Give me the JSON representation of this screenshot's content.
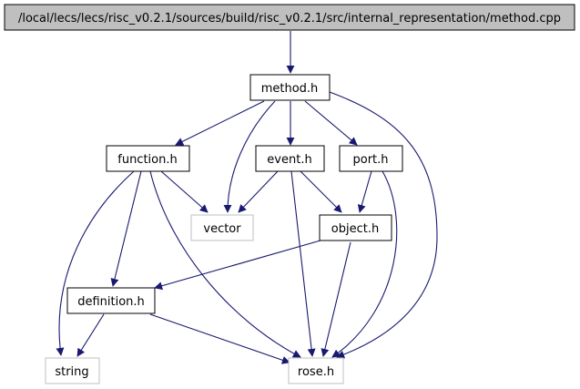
{
  "colors": {
    "edge": "#191970",
    "root_fill": "#bfbfbf",
    "node_border": "#000000",
    "external_border": "#bfbfbf",
    "text": "#000000"
  },
  "nodes": {
    "root": "/local/lecs/lecs/risc_v0.2.1/sources/build/risc_v0.2.1/src/internal_representation/method.cpp",
    "method": "method.h",
    "function": "function.h",
    "event": "event.h",
    "port": "port.h",
    "vector": "vector",
    "object": "object.h",
    "definition": "definition.h",
    "string": "string",
    "rose": "rose.h"
  },
  "edges": [
    [
      "root",
      "method"
    ],
    [
      "method",
      "function"
    ],
    [
      "method",
      "vector"
    ],
    [
      "method",
      "event"
    ],
    [
      "method",
      "port"
    ],
    [
      "method",
      "rose"
    ],
    [
      "function",
      "vector"
    ],
    [
      "function",
      "string"
    ],
    [
      "function",
      "definition"
    ],
    [
      "function",
      "rose"
    ],
    [
      "event",
      "vector"
    ],
    [
      "event",
      "object"
    ],
    [
      "event",
      "rose"
    ],
    [
      "port",
      "object"
    ],
    [
      "port",
      "rose"
    ],
    [
      "object",
      "definition"
    ],
    [
      "object",
      "rose"
    ],
    [
      "definition",
      "string"
    ],
    [
      "definition",
      "rose"
    ]
  ]
}
